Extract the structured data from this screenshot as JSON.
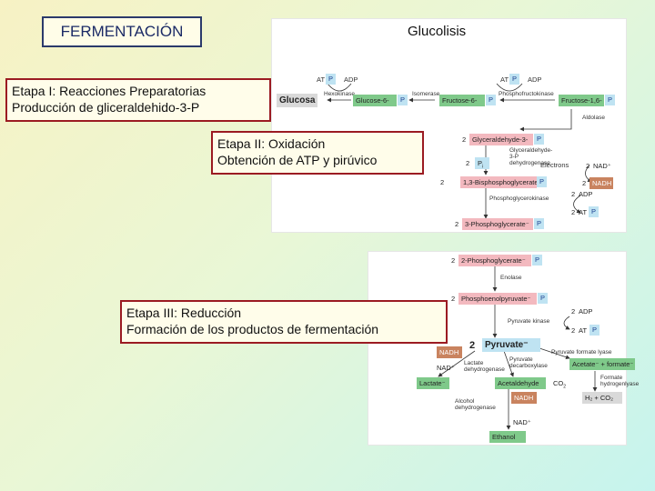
{
  "title": "FERMENTACIÓN",
  "panel_title": "Glucolisis",
  "callouts": {
    "stage1": {
      "line1": "Etapa I: Reacciones Preparatorias",
      "line2": "Producción de gliceraldehido-3-P"
    },
    "stage2": {
      "line1": "Etapa II: Oxidación",
      "line2": "Obtención de ATP y pirúvico"
    },
    "stage3": {
      "line1": "Etapa III: Reducción",
      "line2": "Formación de los productos de fermentación"
    }
  },
  "top": {
    "atp1": "AT",
    "adp1": "ADP",
    "atp2": "AT",
    "adp2": "ADP",
    "glucose": "Glucosa",
    "glucose6": "Glucose-6-",
    "fructose6": "Fructose-6-",
    "fructose16": "Fructose-1,6-",
    "hexokinase": "Hexokinase",
    "isomerase": "Isomerase",
    "pfk": "Phosphofructokinase",
    "aldolase": "Aldolase",
    "p": "P",
    "g3p_coef": "2",
    "g3p": "Glyceraldehyde-3-",
    "g3pdh": "Glyceraldehyde-3-P dehydrogenase",
    "pi_coef": "2",
    "pi": "P",
    "pi_sub": "i",
    "electrons": "Electrons",
    "nad_coef": "2",
    "nad": "NAD⁺",
    "nadh_coef": "2",
    "nadh": "NADH",
    "bpg_coef": "2",
    "bpg": "1,3-Bisphosphoglycerate",
    "pgk": "Phosphoglycerokinase",
    "adp_coef": "2",
    "adp": "ADP",
    "atp_coef": "2",
    "atp": "AT",
    "pg3_coef": "2",
    "pg3": "3-Phosphoglycerate⁻"
  },
  "bottom": {
    "pg2_coef": "2",
    "pg2": "2-Phosphoglycerate⁻",
    "enolase": "Enolase",
    "pep_coef": "2",
    "pep": "Phosphoenolpyruvate⁻",
    "pk": "Pyruvate kinase",
    "adp_coef": "2",
    "adp": "ADP",
    "atp_coef": "2",
    "atp": "AT",
    "nadh": "NADH",
    "pyr_coef": "2",
    "pyruvate": "Pyruvate⁻",
    "pfl": "Pyruvate formate lyase",
    "acetate": "Acetate⁻ + formate⁻",
    "nad": "NAD⁺",
    "ldh": "Lactate dehydrogenase",
    "pdc": "Pyruvate decarboxylase",
    "fhl": "Formate hydrogenlyase",
    "lactate": "Lactate⁻",
    "acetaldehyde": "Acetaldehyde",
    "co2": "CO",
    "co2_sub": "2",
    "nadh2": "NADH",
    "h2co2": "H₂ + CO₂",
    "adh": "Alcohol dehydrogenase",
    "nad2": "NAD⁺",
    "ethanol": "Ethanol"
  }
}
